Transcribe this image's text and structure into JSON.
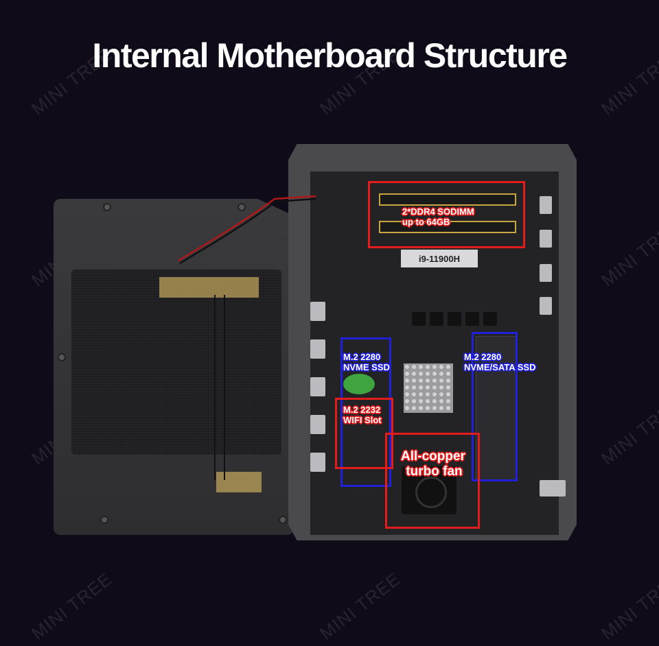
{
  "title": "Internal Motherboard Structure",
  "watermark": "MINI TREE",
  "board": {
    "cpu_label": "i9-11900H"
  },
  "annotations": {
    "ram": {
      "line1": "2*DDR4  SODIMM",
      "line2": "up to 64GB"
    },
    "nvme_slot": {
      "line1": "M.2 2280",
      "line2": "NVME SSD"
    },
    "sata_slot": {
      "line1": "M.2 2280",
      "line2": "NVME/SATA SSD"
    },
    "wifi_slot": {
      "line1": "M.2 2232",
      "line2": "WIFI Slot"
    },
    "fan": {
      "line1": "All-copper",
      "line2": "turbo fan"
    }
  },
  "colors": {
    "background": "#0f0b18",
    "highlight_red": "#e51c1c",
    "highlight_blue": "#2020d8"
  }
}
